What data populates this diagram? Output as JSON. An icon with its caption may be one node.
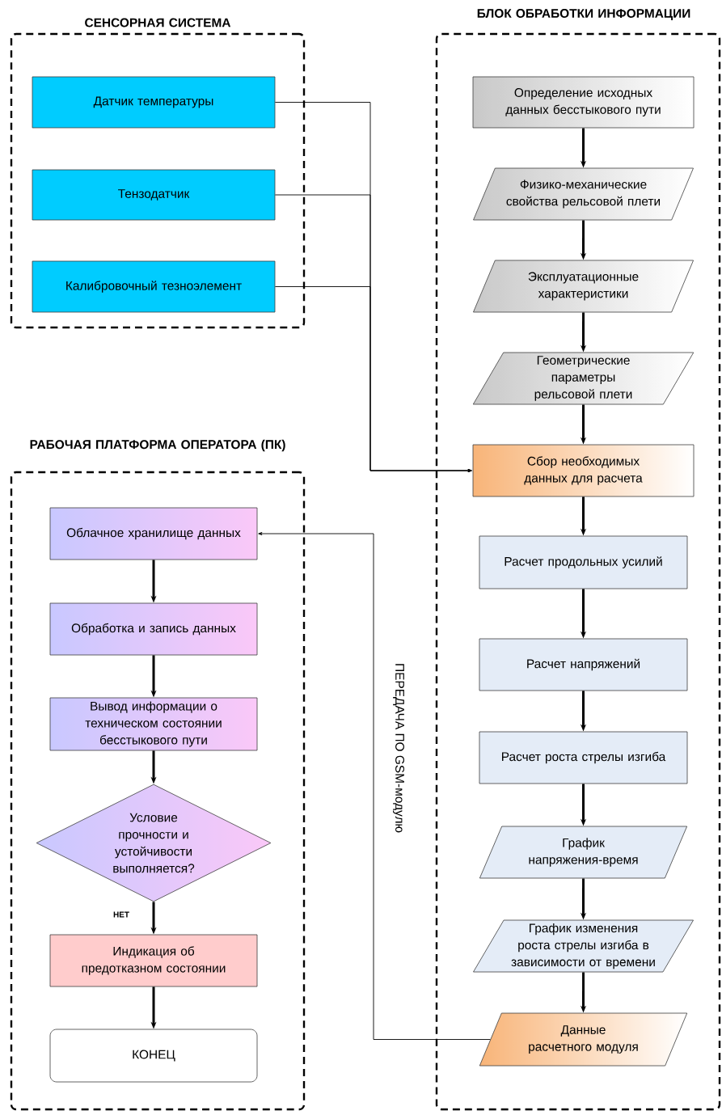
{
  "diagram": {
    "nodes": [
      {
        "text": [
          "СЕНСОРНАЯ СИСТЕМА"
        ]
      },
      {
        "text": [
          "Датчик температуры"
        ],
        "in": 0
      },
      {
        "text": [
          "Тензодатчик"
        ],
        "in": 0
      },
      {
        "text": [
          "Калибровочный тезноэлемент"
        ],
        "in": 0
      },
      {
        "text": [
          "БЛОК ОБРАБОТКИ ИНФОРМАЦИИ"
        ]
      },
      {
        "text": [
          "Определение исходных данных бесстыкового пути"
        ],
        "in": 4
      },
      {
        "text": [
          "Физико-механические свойства рельсовой плети"
        ],
        "in": 4
      },
      {
        "text": [
          "Эксплуатационные характеристики"
        ],
        "in": 4
      },
      {
        "text": [
          "Геометрические параметры рельсовой плети"
        ],
        "in": 4
      },
      {
        "text": [
          "Сбор необходимых данных для расчета"
        ],
        "in": 4
      },
      {
        "text": [
          "Расчет продольных усилий"
        ],
        "in": 4
      },
      {
        "text": [
          "Расчет напряжений"
        ],
        "in": 4
      },
      {
        "text": [
          "Расчет роста стрелы изгиба"
        ],
        "in": 4
      },
      {
        "text": [
          "График напряжения-время"
        ],
        "in": 4
      },
      {
        "text": [
          "График изменения роста стрелы изгиба в зависимости от времени"
        ],
        "in": 4
      },
      {
        "text": [
          "Данные расчетного модуля"
        ],
        "in": 4
      },
      {
        "text": [
          "РАБОЧАЯ ПЛАТФОРМА ОПЕРАТОРА (ПК)"
        ]
      },
      {
        "text": [
          "Облачное хранилище данных"
        ],
        "in": 16
      },
      {
        "text": [
          "Обработка и запись данных"
        ],
        "in": 16
      },
      {
        "text": [
          "Вывод информации о техническом состоянии бесстыкового пути"
        ],
        "in": 16
      },
      {
        "text": [
          "Условие прочности и устойчивости выполняется?"
        ],
        "in": 16
      },
      {
        "text": [
          "Индикация об предотказном состоянии"
        ],
        "in": 16
      },
      {
        "text": [
          "КОНЕЦ"
        ],
        "in": 16
      }
    ],
    "edges": [
      {
        "from": 1,
        "to": 9,
        "arrow": "to"
      },
      {
        "from": 2,
        "to": 9,
        "arrow": "to"
      },
      {
        "from": 3,
        "to": 9,
        "arrow": "to"
      },
      {
        "from": 5,
        "to": 6,
        "arrow": "to"
      },
      {
        "from": 6,
        "to": 7,
        "arrow": "to"
      },
      {
        "from": 7,
        "to": 8,
        "arrow": "to"
      },
      {
        "from": 8,
        "to": 9,
        "arrow": "to"
      },
      {
        "from": 9,
        "to": 10,
        "arrow": "to"
      },
      {
        "from": 10,
        "to": 11,
        "arrow": "to"
      },
      {
        "from": 11,
        "to": 12,
        "arrow": "to"
      },
      {
        "from": 12,
        "to": 13,
        "arrow": "to"
      },
      {
        "from": 13,
        "to": 14,
        "arrow": "to"
      },
      {
        "from": 14,
        "to": 15,
        "arrow": "to"
      },
      {
        "from": 15,
        "to": 17,
        "arrow": "to",
        "label": "ПЕРЕДАЧА ПО GSM-модулю"
      },
      {
        "from": 17,
        "to": 18,
        "arrow": "to"
      },
      {
        "from": 18,
        "to": 19,
        "arrow": "to"
      },
      {
        "from": 19,
        "to": 20,
        "arrow": "to"
      },
      {
        "from": 20,
        "to": 21,
        "arrow": "to",
        "label": "НЕТ"
      },
      {
        "from": 21,
        "to": 22,
        "arrow": "to"
      }
    ]
  }
}
